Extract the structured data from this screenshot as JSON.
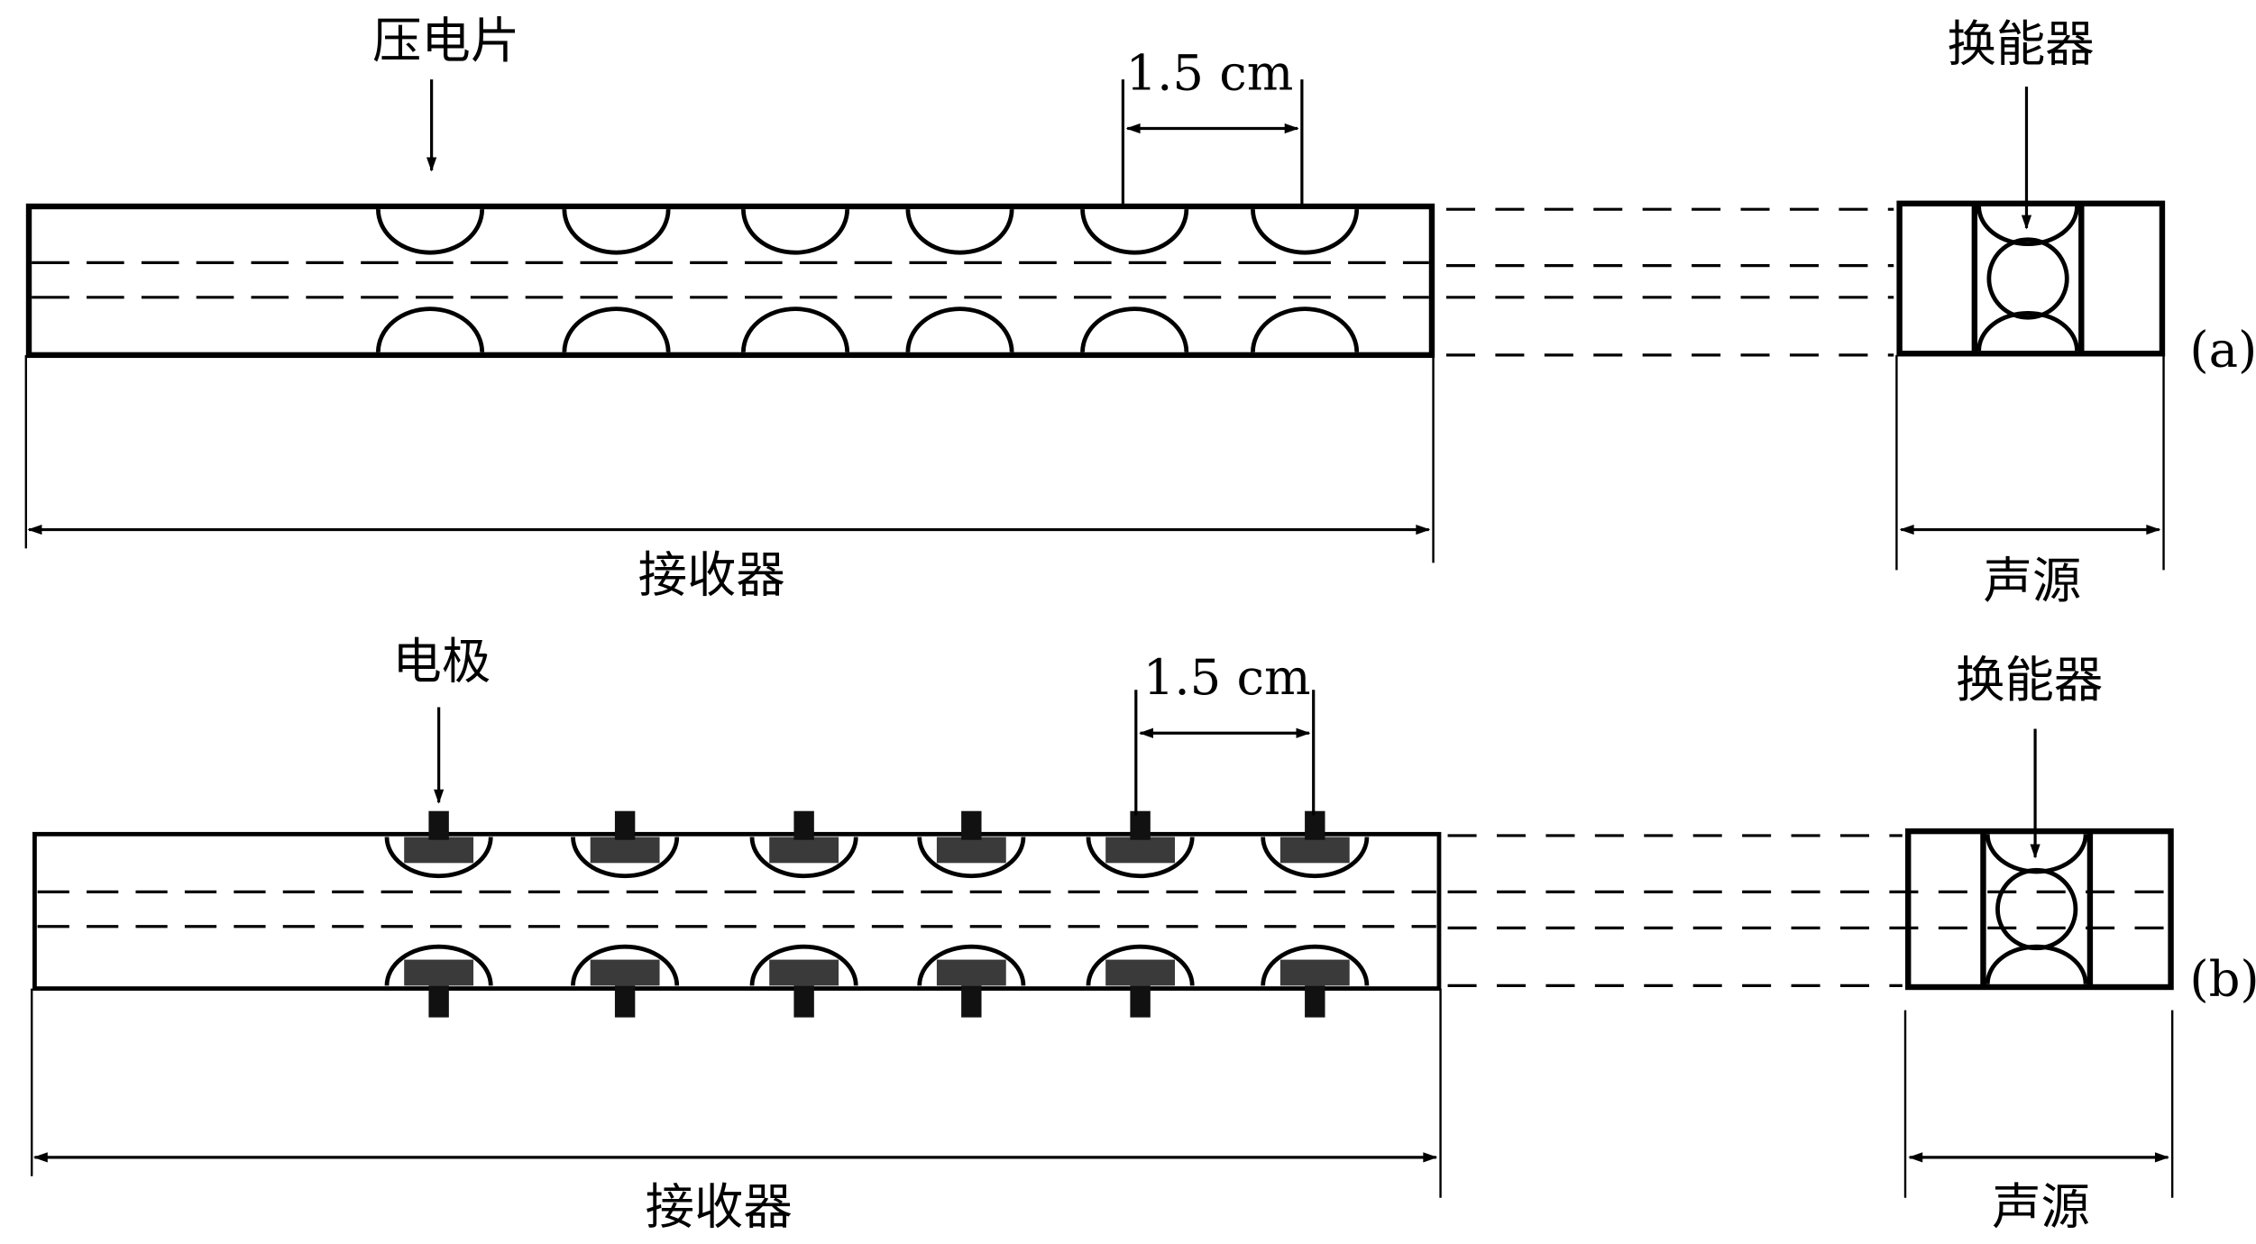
{
  "panel_a": {
    "tag": "(a)",
    "element_label": "压电片",
    "spacing_label": "1.5 cm",
    "receiver_label": "接收器",
    "transducer_label": "换能器",
    "source_label": "声源"
  },
  "panel_b": {
    "tag": "(b)",
    "element_label": "电极",
    "spacing_label": "1.5 cm",
    "receiver_label": "接收器",
    "transducer_label": "换能器",
    "source_label": "声源"
  },
  "array": {
    "element_pairs": 6
  },
  "colors": {
    "line": "#000000",
    "electrode": "#3a3a3a"
  }
}
